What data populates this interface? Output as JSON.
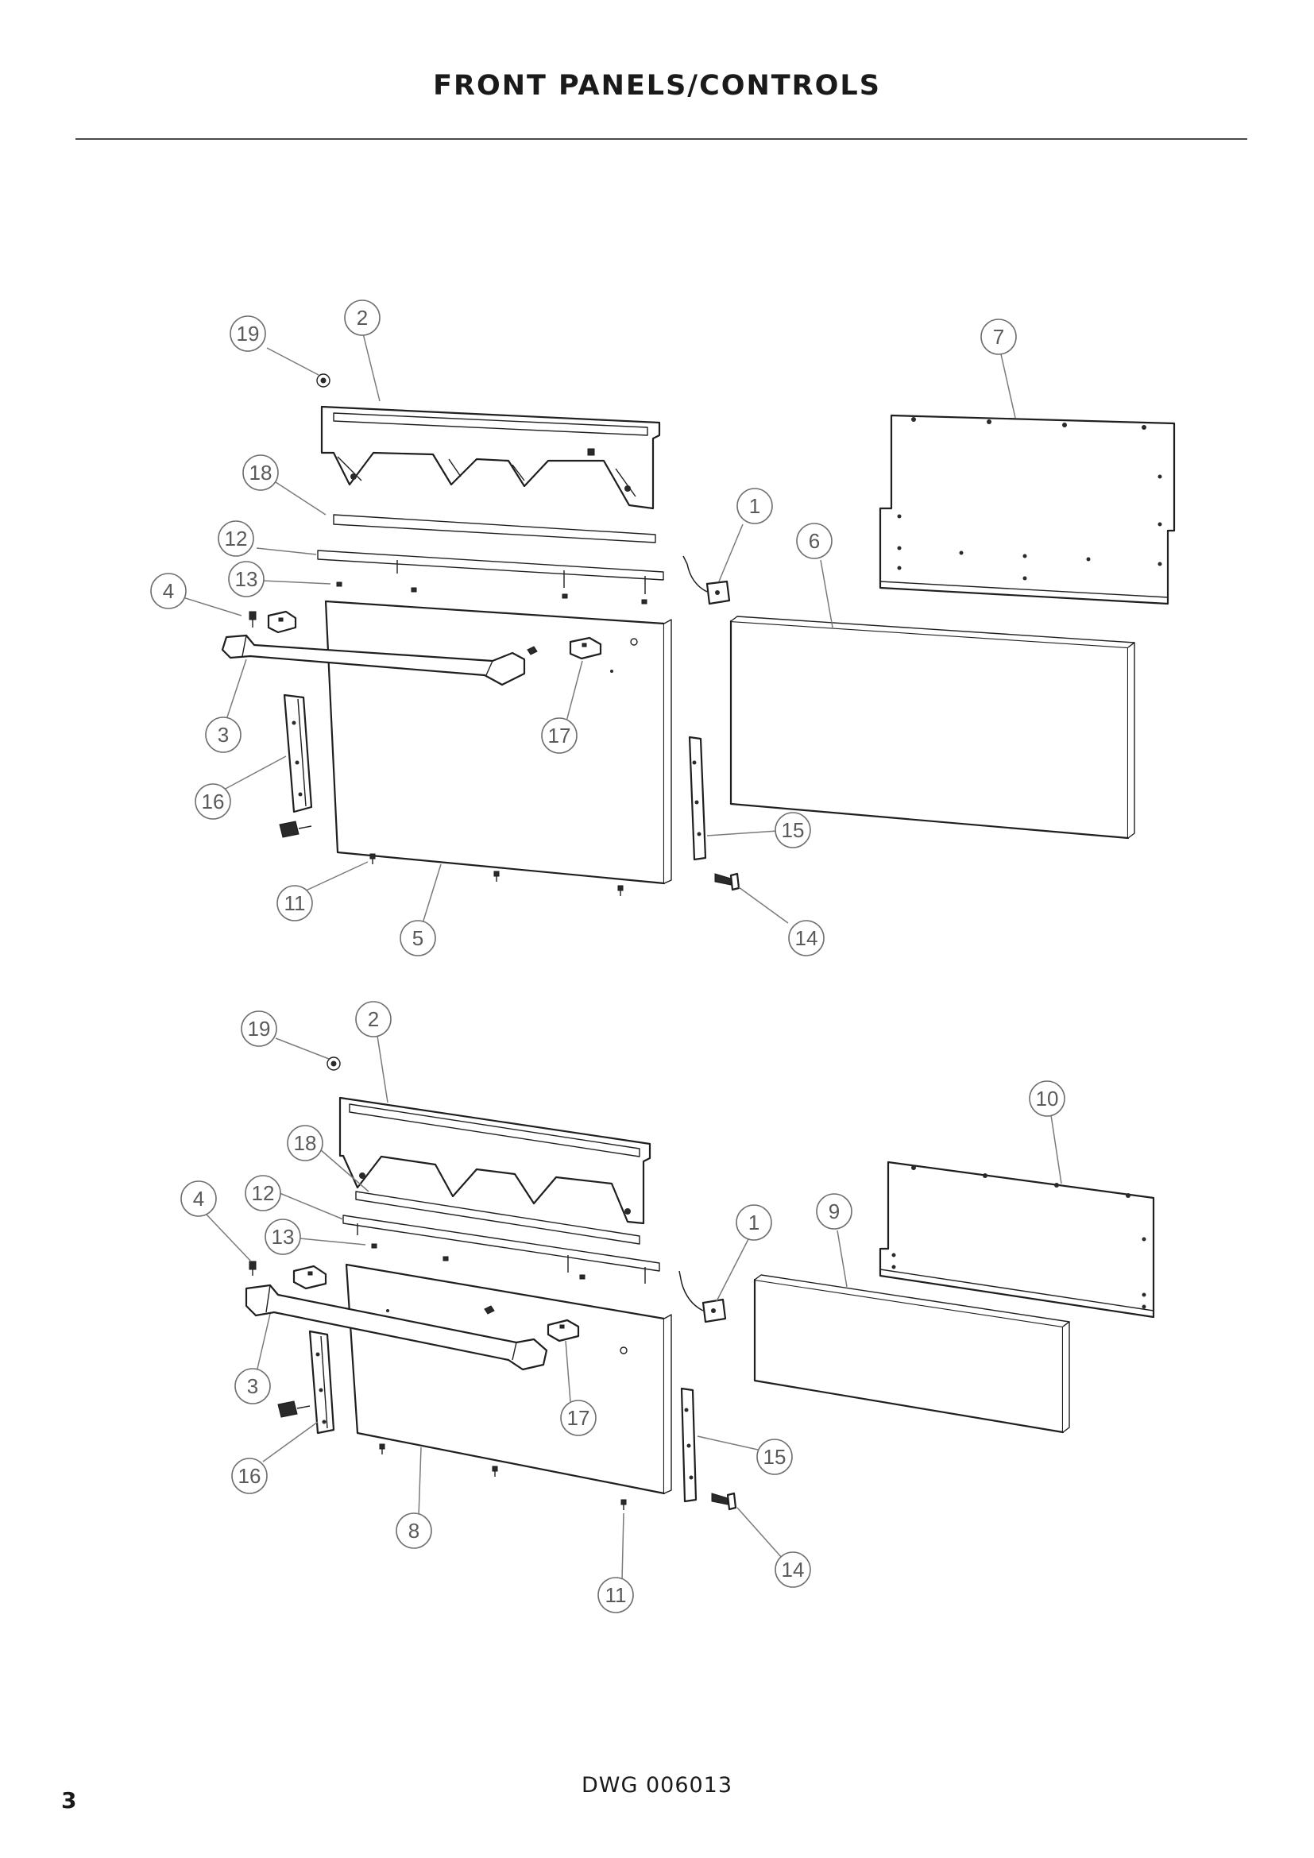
{
  "page": {
    "title": "FRONT PANELS/CONTROLS",
    "drawing_number": "DWG 006013",
    "page_number": "3"
  },
  "diagram_top": {
    "callouts": [
      "1",
      "2",
      "3",
      "4",
      "5",
      "6",
      "7",
      "11",
      "12",
      "13",
      "14",
      "15",
      "16",
      "17",
      "18",
      "19"
    ]
  },
  "diagram_bottom": {
    "callouts": [
      "1",
      "2",
      "3",
      "4",
      "8",
      "9",
      "10",
      "11",
      "12",
      "13",
      "14",
      "15",
      "16",
      "17",
      "18",
      "19"
    ]
  },
  "colors": {
    "line": "#1f1f1f",
    "callout_stroke": "#6f6f6f",
    "callout_text": "#5a5a5a",
    "rule": "#4a4a4a"
  }
}
